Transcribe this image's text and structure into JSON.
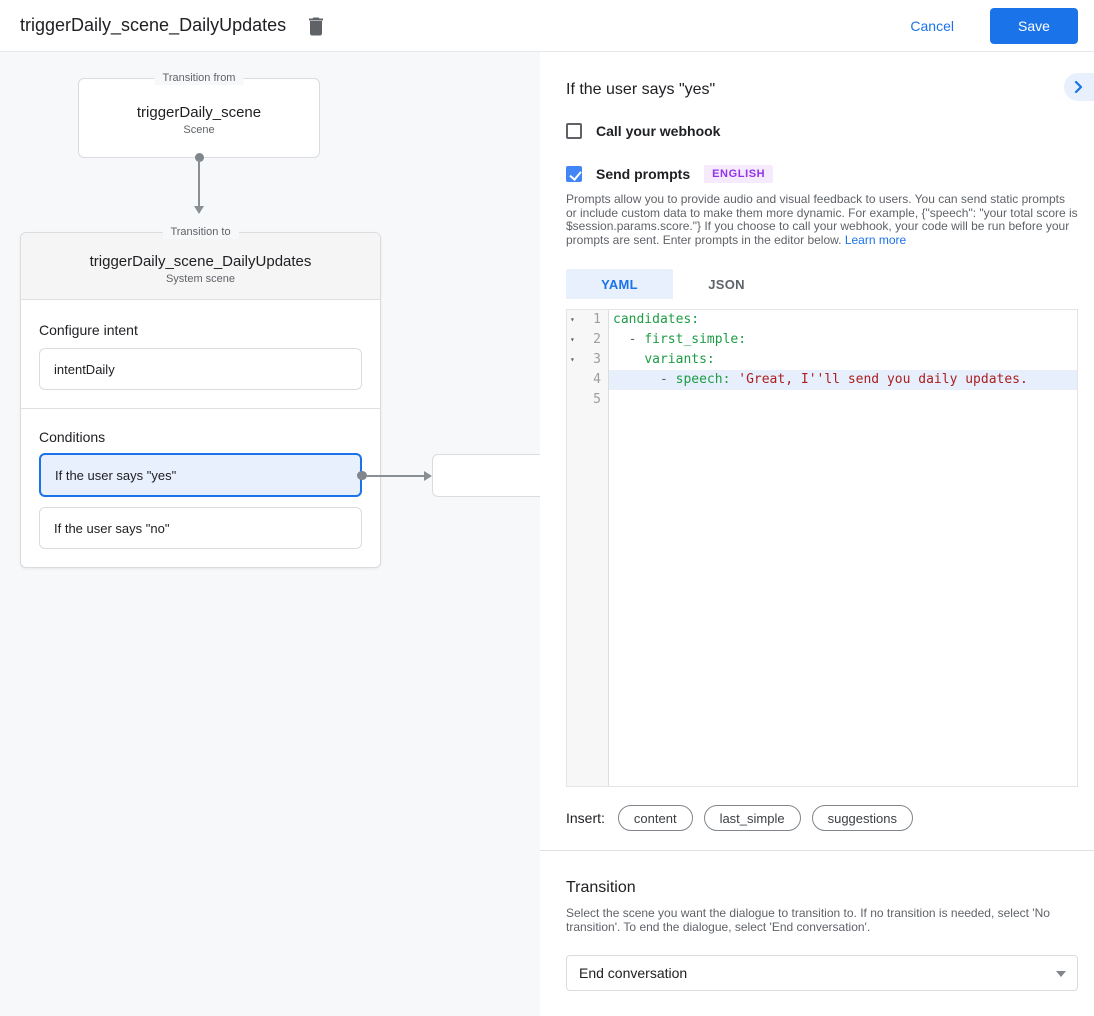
{
  "header": {
    "title": "triggerDaily_scene_DailyUpdates",
    "cancel_label": "Cancel",
    "save_label": "Save"
  },
  "diagram": {
    "from_box": {
      "legend": "Transition from",
      "title": "triggerDaily_scene",
      "subtitle": "Scene"
    },
    "to_box": {
      "legend": "Transition to",
      "title": "triggerDaily_scene_DailyUpdates",
      "subtitle": "System scene"
    },
    "configure_intent": {
      "label": "Configure intent",
      "value": "intentDaily"
    },
    "conditions": {
      "label": "Conditions",
      "items": [
        {
          "label": "If the user says \"yes\"",
          "selected": true
        },
        {
          "label": "If the user says \"no\"",
          "selected": false
        }
      ]
    }
  },
  "panel": {
    "title": "If the user says \"yes\"",
    "webhook": {
      "label": "Call your webhook",
      "checked": false
    },
    "prompts": {
      "label": "Send prompts",
      "checked": true,
      "badge": "ENGLISH"
    },
    "description": "Prompts allow you to provide audio and visual feedback to users. You can send static prompts or include custom data to make them more dynamic. For example, {\"speech\": \"your total score is $session.params.score.\"} If you choose to call your webhook, your code will be run before your prompts are sent. Enter prompts in the editor below. ",
    "learn_more": "Learn more",
    "tabs": [
      {
        "label": "YAML",
        "active": true
      },
      {
        "label": "JSON",
        "active": false
      }
    ],
    "editor": {
      "lines": [
        {
          "num": "1",
          "fold": true,
          "hl": false,
          "segments": [
            {
              "text": "candidates:",
              "type": "key"
            }
          ]
        },
        {
          "num": "2",
          "fold": true,
          "hl": false,
          "segments": [
            {
              "text": "  ",
              "type": "plain"
            },
            {
              "text": "- ",
              "type": "meta"
            },
            {
              "text": "first_simple:",
              "type": "key"
            }
          ]
        },
        {
          "num": "3",
          "fold": true,
          "hl": false,
          "segments": [
            {
              "text": "    ",
              "type": "plain"
            },
            {
              "text": "variants:",
              "type": "key"
            }
          ]
        },
        {
          "num": "4",
          "fold": false,
          "hl": true,
          "segments": [
            {
              "text": "      ",
              "type": "plain"
            },
            {
              "text": "- ",
              "type": "meta"
            },
            {
              "text": "speech: ",
              "type": "key"
            },
            {
              "text": "'Great, I''ll send you daily updates.",
              "type": "string"
            }
          ]
        },
        {
          "num": "5",
          "fold": false,
          "hl": false,
          "segments": []
        }
      ]
    },
    "insert": {
      "label": "Insert:",
      "chips": [
        "content",
        "last_simple",
        "suggestions"
      ]
    },
    "transition": {
      "title": "Transition",
      "description": "Select the scene you want the dialogue to transition to. If no transition is needed, select 'No transition'. To end the dialogue, select 'End conversation'.",
      "select_value": "End conversation"
    }
  },
  "colors": {
    "accent_blue": "#1a73e8",
    "selection_blue": "#e8f0fe",
    "checkbox_blue": "#4285f4",
    "badge_purple": "#9334e6",
    "code_key_green": "#1d9c45",
    "code_string_red": "#ab1f1f"
  }
}
